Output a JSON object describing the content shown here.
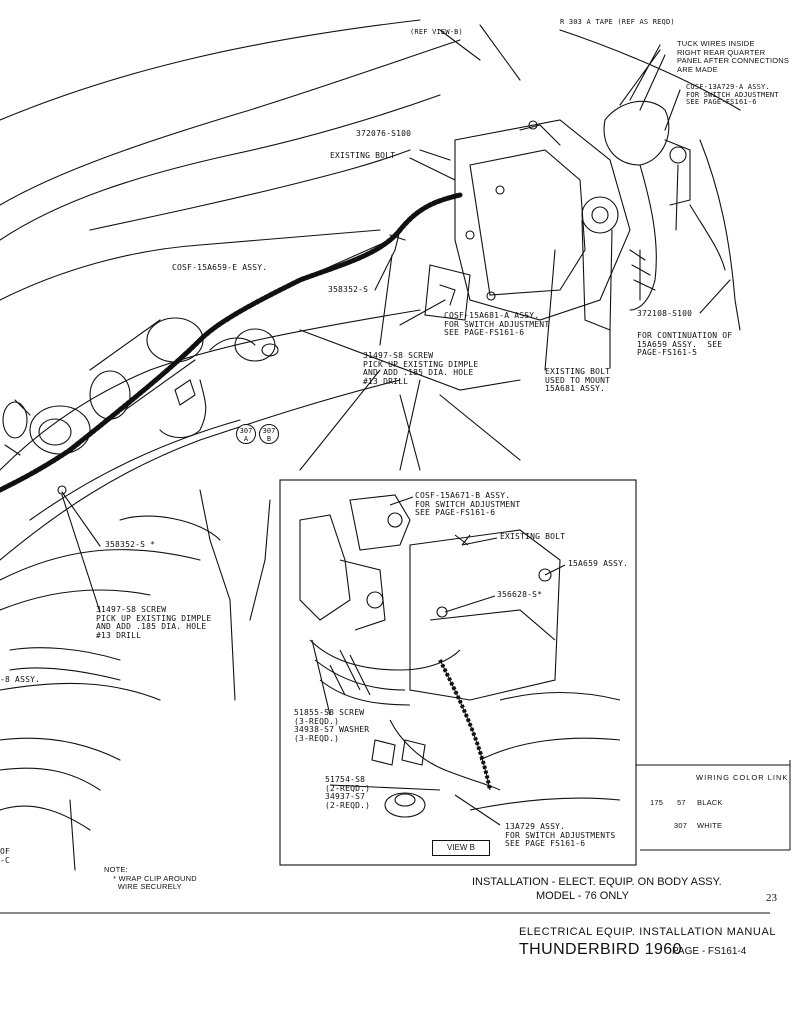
{
  "header_marks": {
    "top_left_tag": "(REF VIEW-B)",
    "top_right_tag": "R 303 A TAPE (REF AS REQD)"
  },
  "labels": {
    "tuck_wires": "TUCK WIRES INSIDE\nRIGHT REAR QUARTER\nPANEL AFTER CONNECTIONS\nARE MADE",
    "cosf_13a729_top": "COSF-13A729-A ASSY.\nFOR SWITCH ADJUSTMENT\nSEE PAGE-FS161-6",
    "part_372076": "372076-S100",
    "existing_bolt_top": "EXISTING BOLT",
    "cosf_15a659": "COSF-15A659-E ASSY.",
    "part_358352_top": "358352-S",
    "cosf_15a681": "COSF-15A681-A ASSY.\nFOR SWITCH ADJUSTMENT\nSEE PAGE-FS161-6",
    "screw_31497_top": "31497-S8 SCREW\nPICK UP EXISTING DIMPLE\nAND ADD .185 DIA. HOLE\n#13 DRILL",
    "existing_bolt_mount": "EXISTING BOLT\nUSED TO MOUNT\n15A681 ASSY.",
    "part_372108": "372108-S100",
    "continuation": "FOR CONTINUATION OF\n15A659 ASSY.  SEE\nPAGE-FS161-5",
    "circle_a": "307\nA",
    "circle_b": "307\nB",
    "part_358352_left": "358352-S *",
    "screw_31497_left": "31497-S8 SCREW\nPICK UP EXISTING DIMPLE\nAND ADD .185 DIA. HOLE\n#13 DRILL",
    "assy_fragment": "-8 ASSY.",
    "left_fragment": "OF\n-C",
    "note": "NOTE:\n    * WRAP CLIP AROUND\n      WIRE SECURELY"
  },
  "view_b": {
    "cosf_15a671": "COSF-15A671-B ASSY.\nFOR SWITCH ADJUSTMENT\nSEE PAGE-FS161-6",
    "existing_bolt": "EXISTING BOLT",
    "assy_15a659": "15A659 ASSY.",
    "part_356628": "356628-S*",
    "screw_51855": "51855-S8 SCREW\n(3-REQD.)\n34938-S7 WASHER\n(3-REQD.)",
    "part_51754": "51754-S8\n(2-REQD.)\n34937-S7\n(2-REQD.)",
    "assy_13a729": "13A729 ASSY.\nFOR SWITCH ADJUSTMENTS\nSEE PAGE FS161-6",
    "caption": "VIEW B"
  },
  "wiring_color": {
    "title": "WIRING COLOR LINK",
    "rows": [
      {
        "circuit": "175",
        "gauge": "57",
        "color": "BLACK"
      },
      {
        "circuit": "307",
        "gauge": "",
        "color": "WHITE"
      }
    ]
  },
  "installation_title": "INSTALLATION - ELECT. EQUIP. ON BODY ASSY.",
  "model_line": "MODEL - 76 ONLY",
  "figure_number": "23",
  "footer": {
    "manual_title": "ELECTRICAL EQUIP. INSTALLATION MANUAL",
    "car": "THUNDERBIRD 1960",
    "page": "PAGE - FS161-4"
  }
}
